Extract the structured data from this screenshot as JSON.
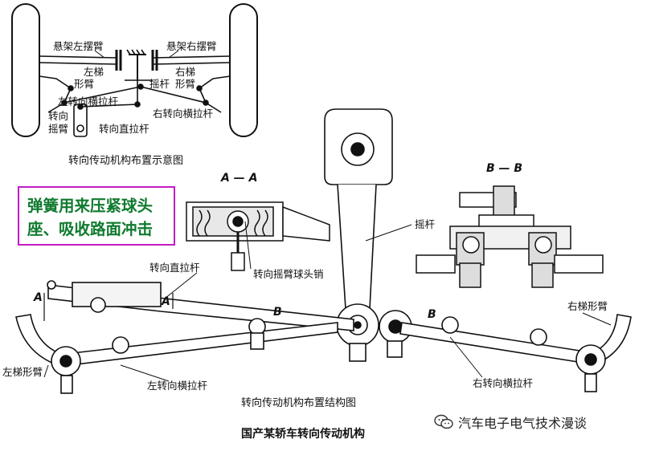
{
  "top_schematic": {
    "labels": {
      "left_susp_arm": "悬架左摆臂",
      "right_susp_arm": "悬架右摆臂",
      "left_trap_arm_1": "左梯",
      "left_trap_arm_2": "形臂",
      "right_trap_arm_1": "右梯",
      "right_trap_arm_2": "形臂",
      "rocker_arm": "摇杆",
      "left_tie_rod": "左转向横拉杆",
      "right_tie_rod": "右转向横拉杆",
      "steering_drop_arm_1": "转向",
      "steering_drop_arm_2": "摇臂",
      "drag_link": "转向直拉杆"
    },
    "caption": "转向传动机构布置示意图"
  },
  "callout": {
    "line1": "弹簧用来压紧球头",
    "line2": "座、吸收路面冲击"
  },
  "section_aa": {
    "title": "A — A",
    "label": "转向摇臂球头销"
  },
  "section_bb": {
    "title": "B — B"
  },
  "main_drawing": {
    "labels": {
      "rocker": "摇杆",
      "drag_link": "转向直拉杆",
      "right_trap_arm": "右梯形臂",
      "left_trap_arm": "左梯形臂",
      "left_tie_rod": "左转向横拉杆",
      "right_tie_rod": "右转向横拉杆",
      "marker_a_left": "A",
      "marker_a_right": "A",
      "marker_b_left": "B",
      "marker_b_right": "B"
    },
    "caption": "转向传动机构布置结构图"
  },
  "figure_title": "国产某轿车转向传动机构",
  "watermark": {
    "text": "汽车电子电气技术漫谈",
    "icon": "wechat-icon"
  }
}
